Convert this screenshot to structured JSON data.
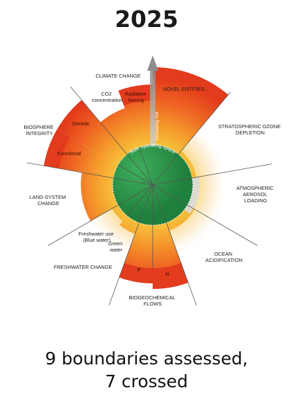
{
  "year": "2025",
  "colors": {
    "safe": "#2f9a4e",
    "safe_dark": "#1e7a3b",
    "warning": "#f4b23a",
    "danger": "#e23b1e",
    "unassessed": "#d9d9d9",
    "arrow": "#9a9a9a"
  },
  "labels": {
    "increasing_risk": "Increasing risk",
    "safe_operating_space": "Safe operating space"
  },
  "boundaries": [
    {
      "id": "climate-change",
      "name": "CLIMATE CHANGE"
    },
    {
      "id": "stratospheric-ozone-depletion",
      "name": "STRATOSPHERIC OZONE DEPLETION"
    },
    {
      "id": "atmospheric-aerosol-loading",
      "name": "ATMOSPHERIC AEROSOL LOADING"
    },
    {
      "id": "ocean-acidification",
      "name": "OCEAN ACIDIFICATION"
    },
    {
      "id": "biogeochemical-flows",
      "name": "BIOGEOCHEMICAL FLOWS"
    },
    {
      "id": "freshwater-change",
      "name": "FRESHWATER CHANGE"
    },
    {
      "id": "land-system-change",
      "name": "LAND-SYSTEM CHANGE"
    },
    {
      "id": "biosphere-integrity",
      "name": "BIOSPHERE INTEGRITY"
    },
    {
      "id": "novel-entities",
      "name": "NOVEL ENTITIES"
    }
  ],
  "sub_labels": {
    "co2": "CO2 concentration",
    "radiative": "Radiative forcing",
    "genetic": "Genetic",
    "functional": "Functional",
    "blue_water": "Freshwater use (Blue water)",
    "green_water": "Green water",
    "p": "P",
    "n": "N"
  },
  "summary": {
    "line1": "9 boundaries assessed,",
    "line2": "7 crossed"
  }
}
